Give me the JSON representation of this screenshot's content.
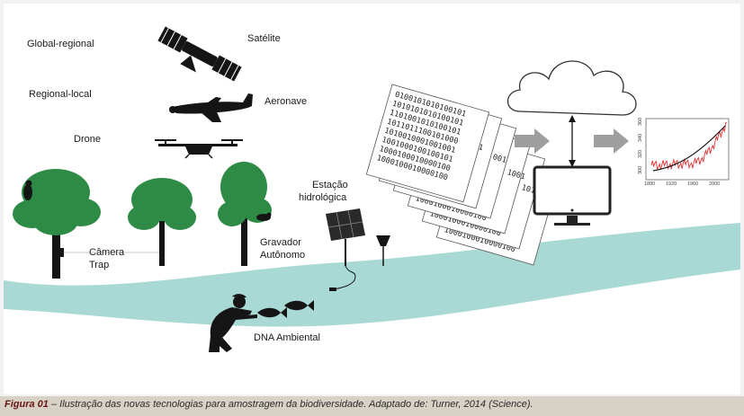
{
  "labels": {
    "global": "Global-regional",
    "satellite": "Satélite",
    "regional": "Regional-local",
    "aircraft": "Aeronave",
    "drone": "Drone",
    "station_line1": "Estação",
    "station_line2": "hidrológica",
    "camera_line1": "Câmera",
    "camera_line2": "Trap",
    "recorder_line1": "Gravador",
    "recorder_line2": "Autônomo",
    "edna": "DNA Ambiental"
  },
  "binary_lines": [
    "0100101010100101",
    "1010101010100101",
    "1101001010100101",
    "1011011100101000",
    "1010010001001001",
    "1001000100100101",
    "1000100010000100",
    "1000100010000100",
    "1000100010000100",
    "1000100010000100",
    "1000100010000100"
  ],
  "side_bits": [
    "101",
    "101",
    "1001",
    "001",
    "1",
    "100",
    "1",
    "1"
  ],
  "chart_ticks": {
    "x": [
      "1880",
      "1920",
      "1960",
      "2000"
    ],
    "y": [
      "360",
      "340",
      "320",
      "300"
    ]
  },
  "caption": {
    "label": "Figura 01",
    "text": " – Ilustração das novas tecnologias para amostragem da biodiversidade. Adaptado de: Turner, 2014 (Science)."
  },
  "colors": {
    "river": "#a8d9d4",
    "tree": "#2e8b46",
    "silhouette": "#151515",
    "arrow": "#9e9e9e",
    "chart_line": "#e03030",
    "caption_bar": "#d8d2c6"
  }
}
